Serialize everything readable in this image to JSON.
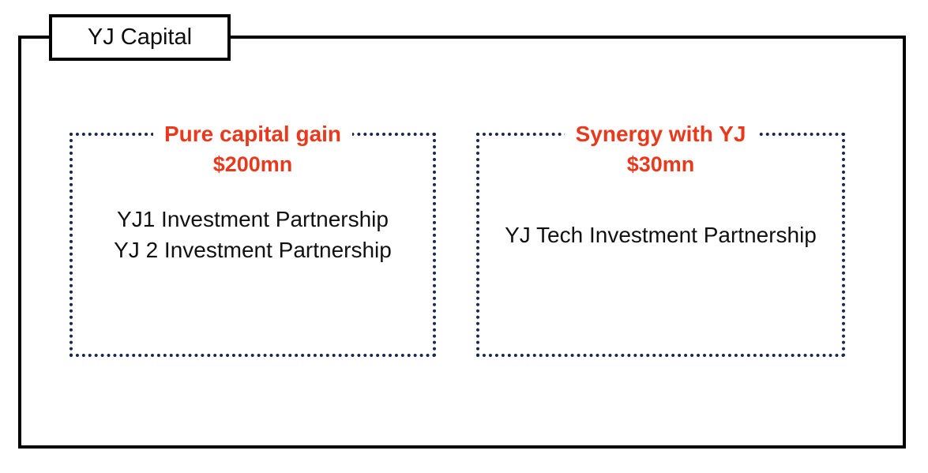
{
  "colors": {
    "accent_red": "#e8391d",
    "dotted_navy": "#17294e",
    "box_border_black": "#000000",
    "text_black": "#111111"
  },
  "diagram": {
    "parent_label": "YJ Capital",
    "groups": [
      {
        "title": "Pure capital gain",
        "amount": "$200mn",
        "entities": [
          "YJ1 Investment Partnership",
          "YJ 2 Investment Partnership"
        ]
      },
      {
        "title": "Synergy with YJ",
        "amount": "$30mn",
        "entities": [
          "YJ Tech Investment Partnership"
        ]
      }
    ]
  }
}
